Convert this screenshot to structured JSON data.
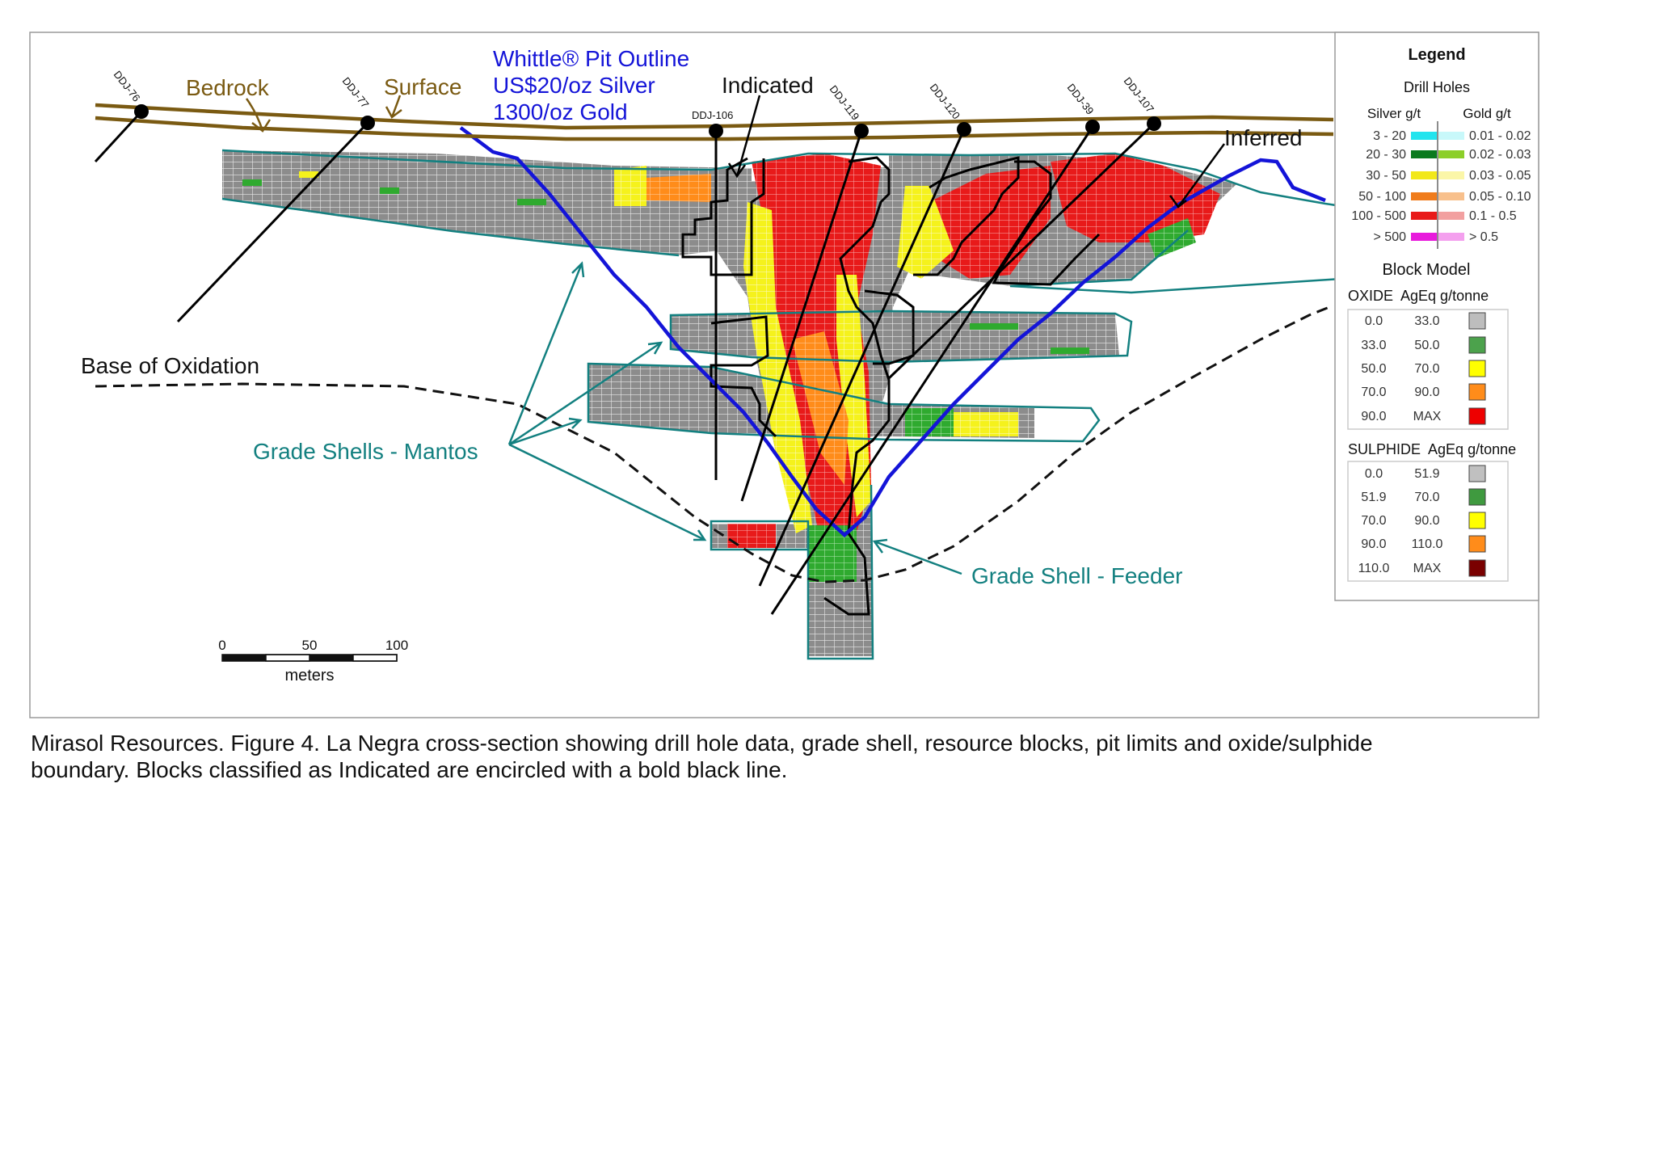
{
  "labels": {
    "bedrock": "Bedrock",
    "surface": "Surface",
    "pit_line1": "Whittle® Pit Outline",
    "pit_line2": "US$20/oz Silver",
    "pit_line3": "1300/oz Gold",
    "indicated": "Indicated",
    "inferred": "Inferred",
    "base_oxidation": "Base of Oxidation",
    "grade_shells_mantos": "Grade Shells - Mantos",
    "grade_shell_feeder": "Grade Shell - Feeder"
  },
  "drill_holes": [
    "DDJ-76",
    "DDJ-77",
    "DDJ-106",
    "DDJ-119",
    "DDJ-120",
    "DDJ-39",
    "DDJ-107"
  ],
  "scale_bar": {
    "ticks": [
      "0",
      "50",
      "100"
    ],
    "unit": "meters"
  },
  "legend": {
    "title": "Legend",
    "drill_holes_title": "Drill Holes",
    "silver_header": "Silver g/t",
    "gold_header": "Gold g/t",
    "rows": [
      {
        "silver": "3 - 20",
        "gold": "0.01 - 0.02",
        "silver_color": "#22e4ee",
        "gold_color": "#c8f8fa"
      },
      {
        "silver": "20 - 30",
        "gold": "0.02 - 0.03",
        "silver_color": "#0a7a1e",
        "gold_color": "#8ccf2a"
      },
      {
        "silver": "30 - 50",
        "gold": "0.03 - 0.05",
        "silver_color": "#f2e81a",
        "gold_color": "#fbf6a8"
      },
      {
        "silver": "50 - 100",
        "gold": "0.05 - 0.10",
        "silver_color": "#f07c1c",
        "gold_color": "#f8c08c"
      },
      {
        "silver": "100 - 500",
        "gold": "0.1 - 0.5",
        "silver_color": "#e81a1a",
        "gold_color": "#f2a0a0"
      },
      {
        "silver": "> 500",
        "gold": "> 0.5",
        "silver_color": "#e81adc",
        "gold_color": "#f4a0ee"
      }
    ],
    "block_model_title": "Block Model",
    "oxide_header": "OXIDE  AgEq g/tonne",
    "oxide": [
      {
        "from": "0.0",
        "to": "33.0",
        "color": "#bdbdbd"
      },
      {
        "from": "33.0",
        "to": "50.0",
        "color": "#4ca24c"
      },
      {
        "from": "50.0",
        "to": "70.0",
        "color": "#ffff00"
      },
      {
        "from": "70.0",
        "to": "90.0",
        "color": "#ff8c1a"
      },
      {
        "from": "90.0",
        "to": "MAX",
        "color": "#ee0000"
      }
    ],
    "sulphide_header": "SULPHIDE  AgEq g/tonne",
    "sulphide": [
      {
        "from": "0.0",
        "to": "51.9",
        "color": "#c0c0c0"
      },
      {
        "from": "51.9",
        "to": "70.0",
        "color": "#3f9a3f"
      },
      {
        "from": "70.0",
        "to": "90.0",
        "color": "#ffff00"
      },
      {
        "from": "90.0",
        "to": "110.0",
        "color": "#ff8c1a"
      },
      {
        "from": "110.0",
        "to": "MAX",
        "color": "#7a0000"
      }
    ]
  },
  "caption": {
    "line1": "Mirasol Resources. Figure 4. La Negra cross-section showing drill hole data, grade shell, resource blocks, pit limits and oxide/sulphide",
    "line2": "boundary. Blocks classified as Indicated are encircled with a bold black line."
  },
  "colors": {
    "bedrock": "#7a5a12",
    "pit": "#1414d8",
    "shell": "#138080",
    "block_grey": "#8c8c8c",
    "indicated": "#000000"
  }
}
